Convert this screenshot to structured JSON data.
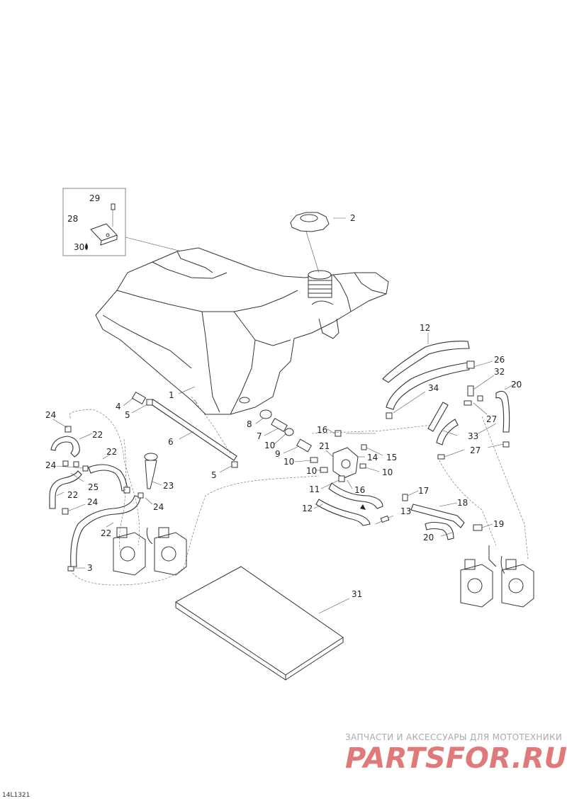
{
  "labels": {
    "l1": "1",
    "l2": "2",
    "l3": "3",
    "l4": "4",
    "l5a": "5",
    "l5b": "5",
    "l6": "6",
    "l7": "7",
    "l8": "8",
    "l9": "9",
    "l10a": "10",
    "l10b": "10",
    "l10c": "10",
    "l10d": "10",
    "l11": "11",
    "l12a": "12",
    "l12b": "12",
    "l13": "13",
    "l14": "14",
    "l15": "15",
    "l16a": "16",
    "l16b": "16",
    "l17": "17",
    "l18": "18",
    "l19": "19",
    "l20a": "20",
    "l20b": "20",
    "l21": "21",
    "l22a": "22",
    "l22b": "22",
    "l22c": "22",
    "l22d": "22",
    "l23": "23",
    "l24a": "24",
    "l24b": "24",
    "l24c": "24",
    "l24d": "24",
    "l25": "25",
    "l26": "26",
    "l27a": "27",
    "l27b": "27",
    "l28": "28",
    "l29": "29",
    "l30": "30",
    "l31": "31",
    "l32": "32",
    "l33": "33",
    "l34": "34"
  },
  "watermark": {
    "caption": "ЗАПЧАСТИ И АКСЕССУАРЫ ДЛЯ МОТОТЕХНИКИ",
    "logo": "PARTSFOR.RU"
  },
  "drawing_code": "14L1321",
  "colors": {
    "line": "#333333",
    "watermark": "#e07a7a"
  }
}
